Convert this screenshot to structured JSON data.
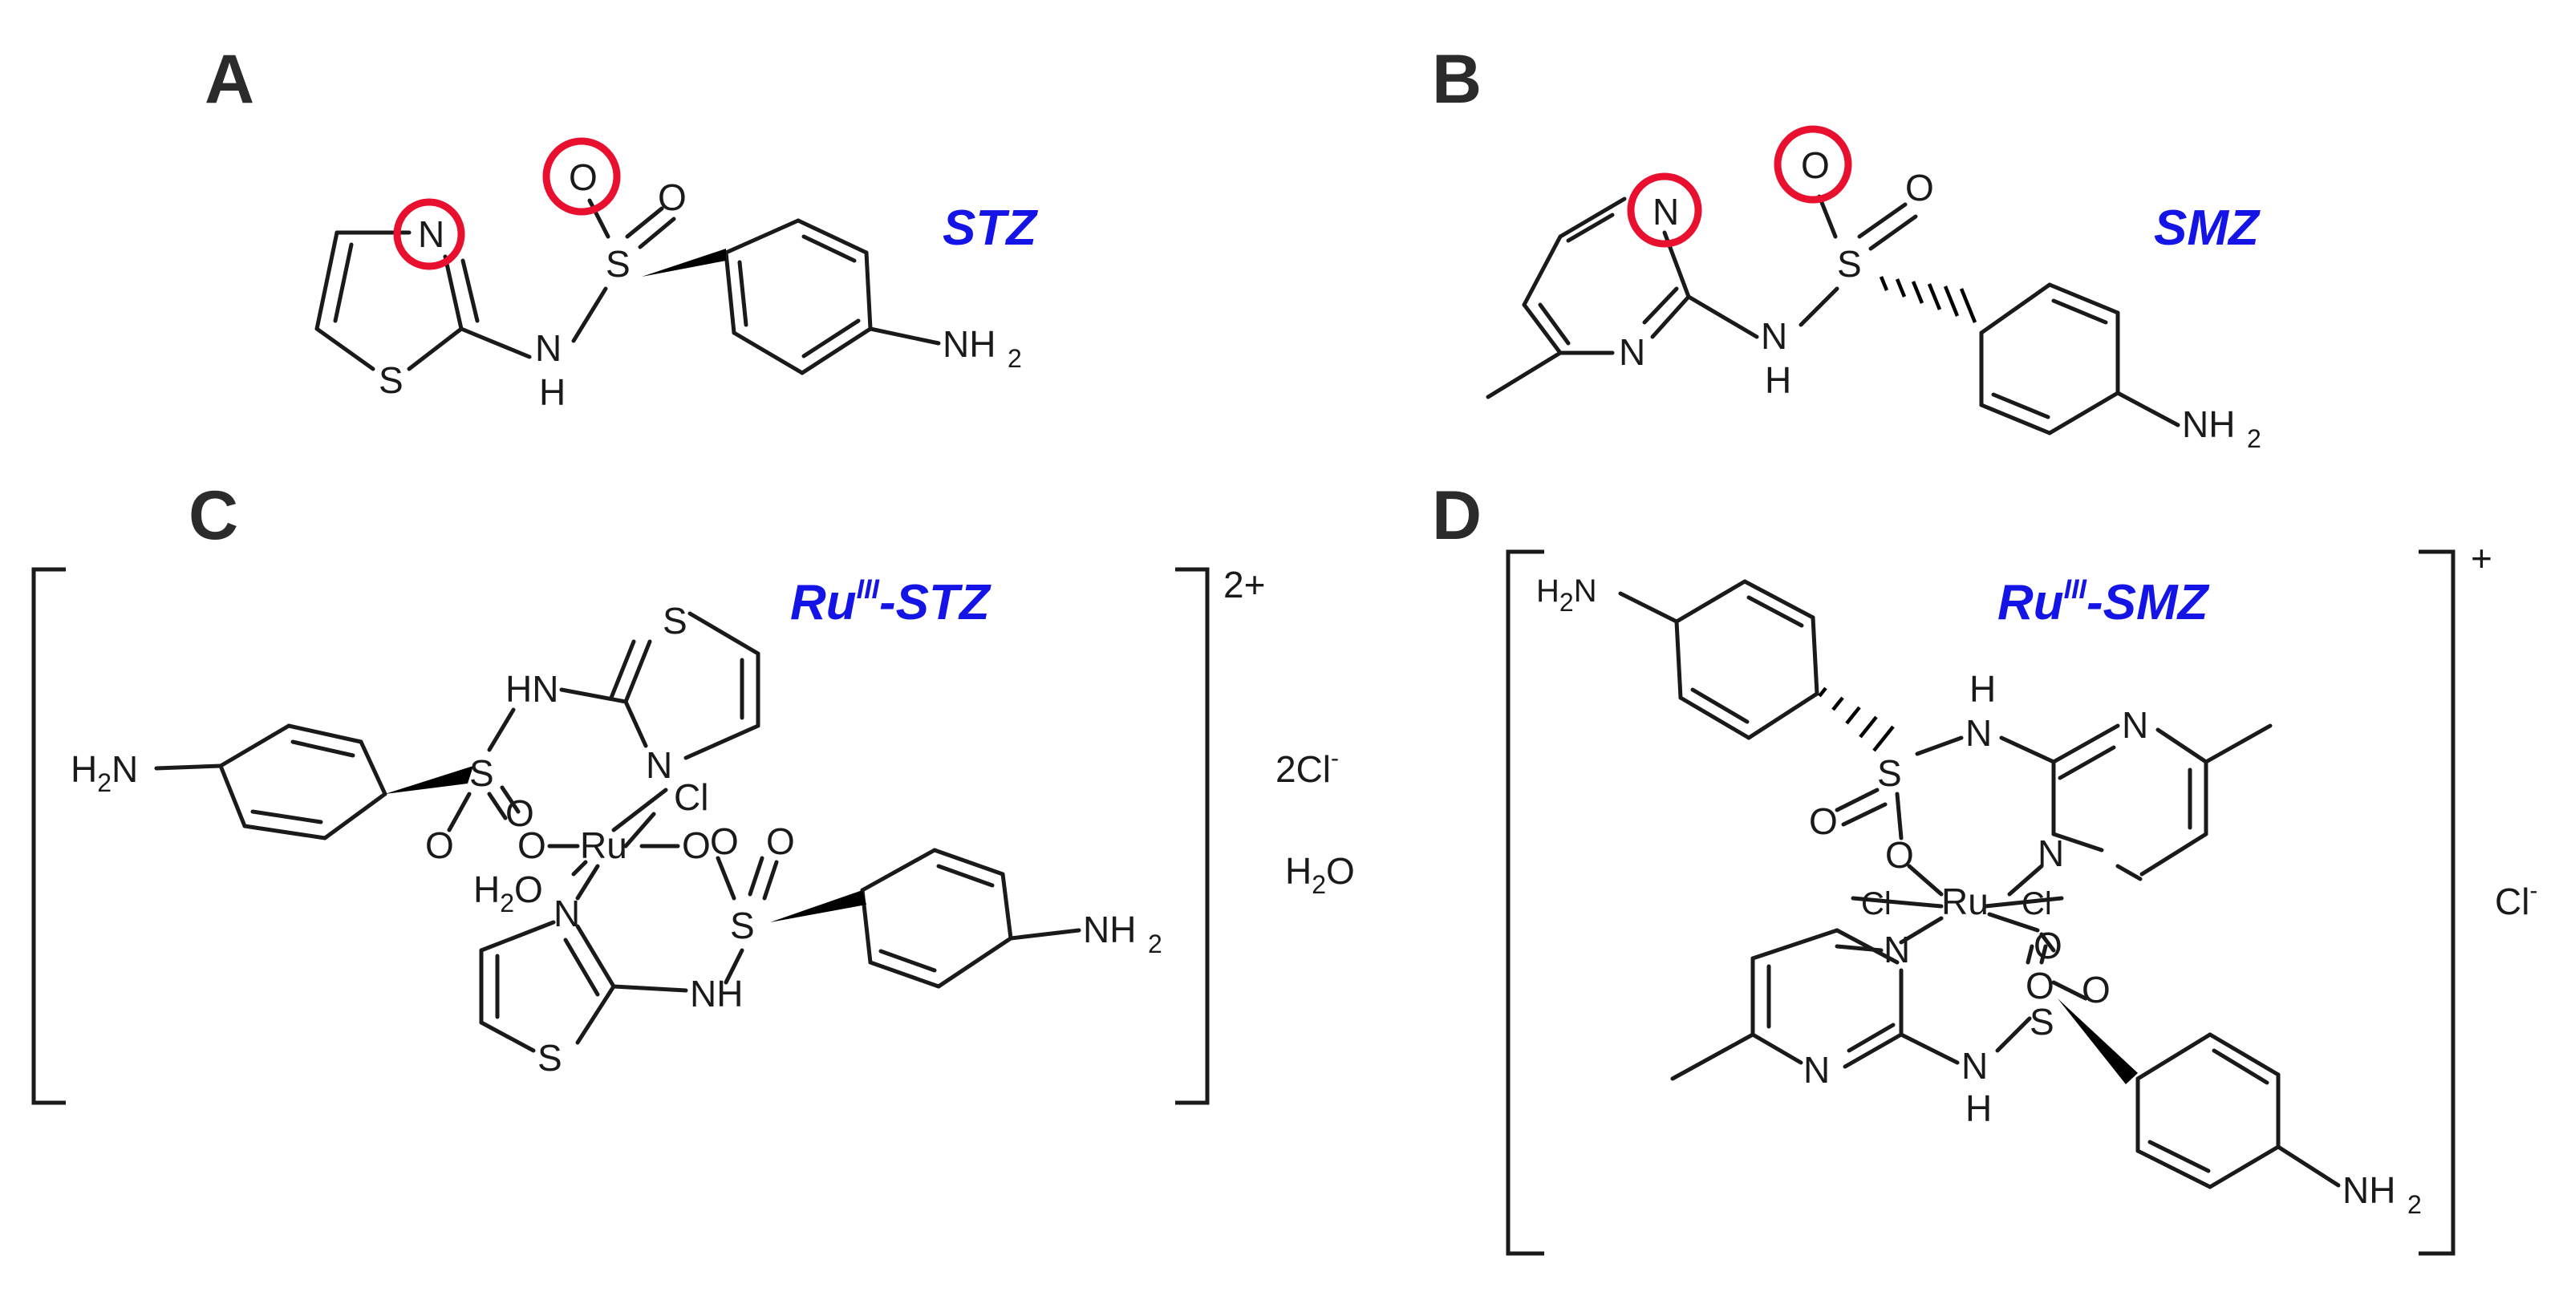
{
  "colors": {
    "compound_label": "#1414e6",
    "highlight": "#e8102e",
    "ink": "#1a1a1a"
  },
  "panels": {
    "a": {
      "letter": "A",
      "name": "STZ",
      "atoms": {
        "N_ring": "N",
        "O_top": "O",
        "O_side": "O",
        "S_sulfonyl": "S",
        "S_ring": "S",
        "NH_N": "N",
        "NH_H": "H",
        "NH2_N": "NH",
        "NH2_sub": "2"
      }
    },
    "b": {
      "letter": "B",
      "name": "SMZ",
      "atoms": {
        "N_top": "N",
        "N_bottom": "N",
        "O_top": "O",
        "O_side": "O",
        "S_sulfonyl": "S",
        "NH_N": "N",
        "NH_H": "H",
        "NH2_N": "NH",
        "NH2_sub": "2"
      }
    },
    "c": {
      "letter": "C",
      "name_main": "Ru",
      "name_sup": "III",
      "name_suffix": "-STZ",
      "charge": "2+",
      "counter_ion": "2Cl",
      "counter_ion_sup": "-",
      "water": "H",
      "water_sub": "2",
      "water_o": "O",
      "atoms": {
        "S_ring_top": "S",
        "HN": "HN",
        "H2N_H": "H",
        "H2N_sub": "2",
        "H2N_N": "N",
        "S_sulf1": "S",
        "O_sulf1_a": "O",
        "O_sulf1_b": "O",
        "N_ring1": "N",
        "Cl": "Cl",
        "O_left": "O",
        "Ru": "Ru",
        "O_right": "O",
        "O_top_s2": "O",
        "O_top_s2b": "O",
        "H2O_H": "H",
        "H2O_sub": "2",
        "H2O_O": "O",
        "N_ring2": "N",
        "S_sulf2": "S",
        "NH2_N": "NH",
        "NH2_sub": "2",
        "NH_lower": "NH",
        "S_ring_bottom": "S"
      }
    },
    "d": {
      "letter": "D",
      "name_main": "Ru",
      "name_sup": "III",
      "name_suffix": "-SMZ",
      "charge": "+",
      "counter_ion": "Cl",
      "counter_ion_sup": "-",
      "atoms": {
        "H2N_H": "H",
        "H2N_sub": "2",
        "H2N_N": "N",
        "NH_top_H": "H",
        "NH_top_N": "N",
        "N_pyr1_top": "N",
        "S_sulf1": "S",
        "O_sulf1_a": "O",
        "O_sulf1_b": "O",
        "N_pyr1_bottom": "N",
        "Cl_left": "Cl",
        "Ru": "Ru",
        "Cl_right": "Cl",
        "N_pyr2_top": "N",
        "O_ru_right": "O",
        "O_sulf2_a": "O",
        "O_sulf2_b": "O",
        "S_sulf2": "S",
        "N_pyr2_bottom": "N",
        "NH_bottom_N": "N",
        "NH_bottom_H": "H",
        "NH2_N": "NH",
        "NH2_sub": "2"
      }
    }
  }
}
